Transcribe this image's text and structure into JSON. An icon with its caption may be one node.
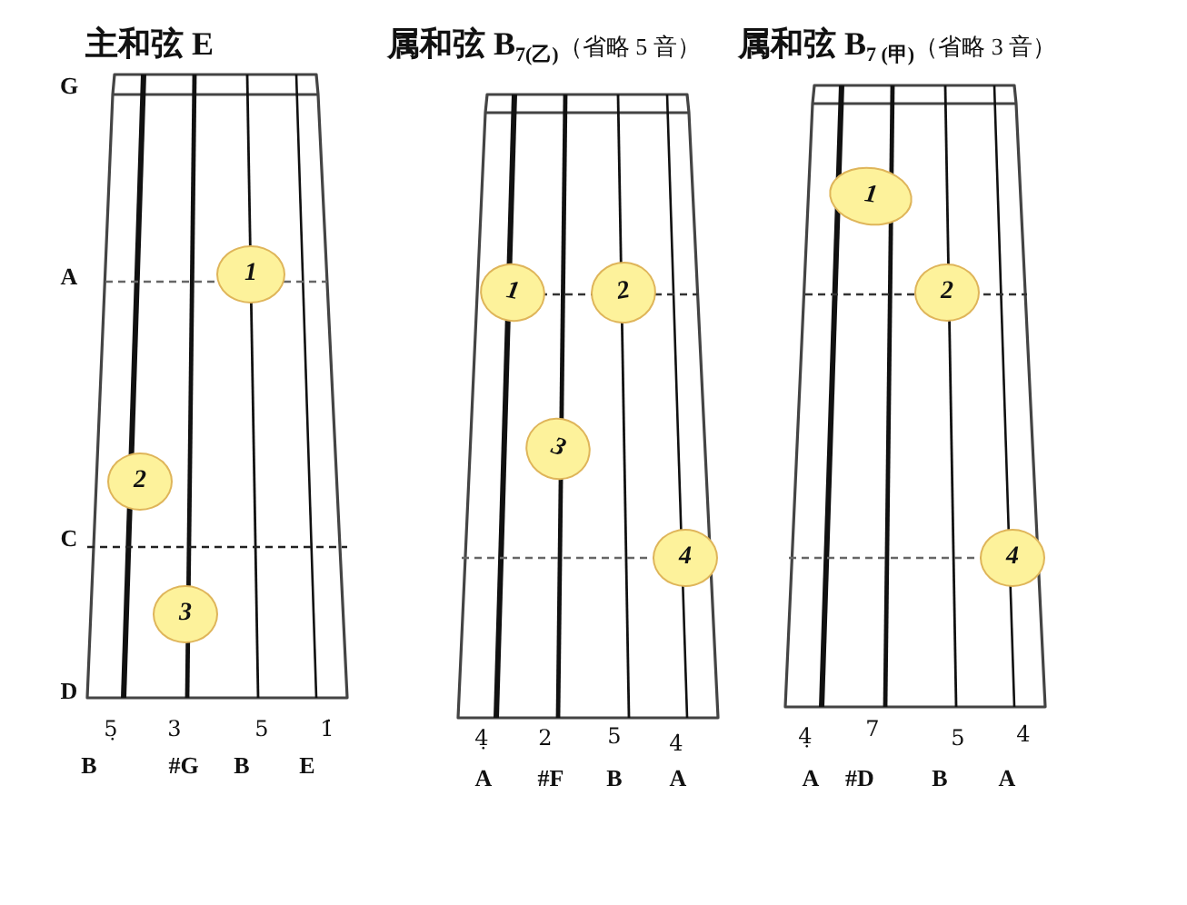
{
  "diagram": {
    "nodes": [
      {
        "text": [
          "主和弦 E"
        ]
      },
      {
        "text": [
          "1"
        ],
        "in": 0
      },
      {
        "text": [
          "2"
        ],
        "in": 0
      },
      {
        "text": [
          "3"
        ],
        "in": 0
      },
      {
        "text": [
          "**属和弦 B**$_{7(乙)}$（省略 5 音）"
        ]
      },
      {
        "text": [
          "1"
        ],
        "in": 4
      },
      {
        "text": [
          "2"
        ],
        "in": 4
      },
      {
        "text": [
          "3"
        ],
        "in": 4
      },
      {
        "text": [
          "4"
        ],
        "in": 4
      },
      {
        "text": [
          "**属和弦 B**$_{7 (甲)}$（省略 3 音）"
        ]
      },
      {
        "text": [
          "1"
        ],
        "in": 9
      },
      {
        "text": [
          "2"
        ],
        "in": 9
      },
      {
        "text": [
          "4"
        ],
        "in": 9
      }
    ],
    "labels": [
      "G",
      "A",
      "C",
      "D",
      "5̣",
      "3",
      "5",
      "1̇",
      "B",
      "#G",
      "B",
      "E",
      "4̣",
      "2",
      "5",
      "4̇",
      "A",
      "#F",
      "B",
      "A",
      "4̣",
      "7",
      "5",
      "4̇",
      "A",
      "#D",
      "B",
      "A"
    ]
  }
}
